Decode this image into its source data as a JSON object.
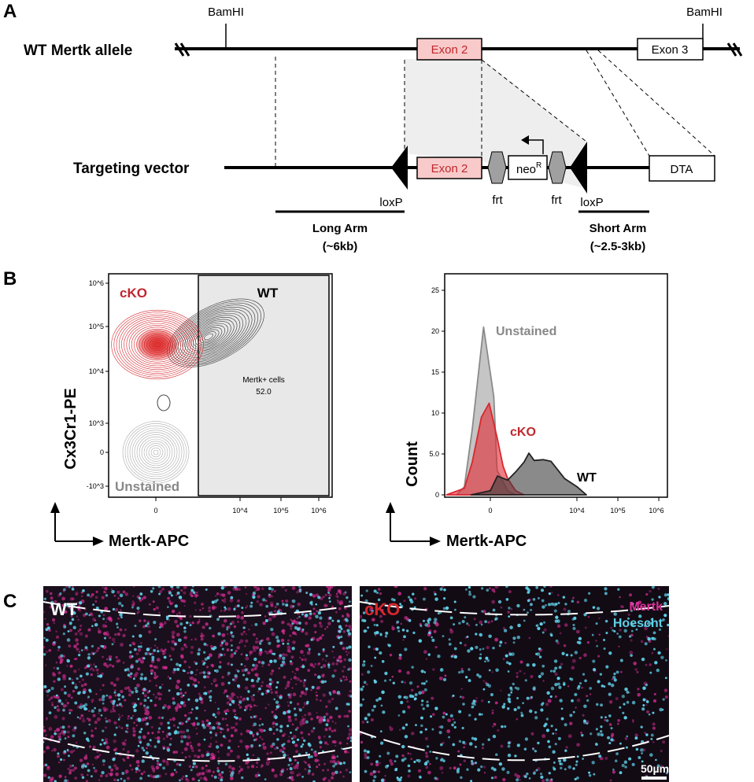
{
  "panel_labels": {
    "a": "A",
    "b": "B",
    "c": "C"
  },
  "panelA": {
    "wt_label": "WT Mertk allele",
    "vector_label": "Targeting vector",
    "bamhi_left": "BamHI",
    "bamhi_right": "BamHI",
    "exon2_wt": "Exon 2",
    "exon3": "Exon 3",
    "exon2_vec": "Exon 2",
    "neo": "neo",
    "neo_sup": "R",
    "frt_left": "frt",
    "frt_right": "frt",
    "loxp_left": "loxP",
    "loxp_right": "loxP",
    "dta": "DTA",
    "long_arm": "Long Arm",
    "long_arm_size": "(~6kb)",
    "short_arm": "Short Arm",
    "short_arm_size": "(~2.5-3kb)",
    "colors": {
      "exon2": "#f9caca",
      "exon2_text": "#c0272d"
    }
  },
  "panelB": {
    "contour": {
      "ylabel": "Cx3Cr1-PE",
      "xlabel": "Mertk-APC",
      "yticks": [
        "10^6",
        "10^5",
        "10^4",
        "10^3",
        "0",
        "-10^3"
      ],
      "xticks": [
        "0",
        "10^4",
        "10^5",
        "10^6"
      ],
      "cko_label": "cKO",
      "wt_label": "WT",
      "unstained_label": "Unstained",
      "gate_name": "Mertk+ cells",
      "gate_value": "52.0"
    },
    "chart_data": {
      "type": "area",
      "title": "",
      "xlabel": "Mertk-APC",
      "ylabel": "Count",
      "ylim": [
        0,
        27
      ],
      "yticks": [
        "25",
        "20",
        "15",
        "10",
        "5.0",
        "0"
      ],
      "xticks": [
        "0",
        "10^4",
        "10^5",
        "10^6"
      ],
      "series": [
        {
          "name": "Unstained",
          "color": "#8a8a8a",
          "points": [
            [
              -500,
              0
            ],
            [
              -314,
              1
            ],
            [
              -185,
              8
            ],
            [
              -60,
              20.5
            ],
            [
              30,
              12
            ],
            [
              60,
              3
            ],
            [
              175,
              0.5
            ],
            [
              300,
              0
            ]
          ]
        },
        {
          "name": "cKO",
          "color": "#d8272e",
          "points": [
            [
              -900,
              0
            ],
            [
              -314,
              0.8
            ],
            [
              -185,
              4
            ],
            [
              -80,
              9.5
            ],
            [
              -10,
              11.2
            ],
            [
              60,
              7
            ],
            [
              120,
              3.5
            ],
            [
              175,
              2
            ],
            [
              300,
              0.5
            ],
            [
              500,
              0
            ]
          ]
        },
        {
          "name": "WT",
          "color": "#222222",
          "points": [
            [
              -200,
              0
            ],
            [
              0,
              0.5
            ],
            [
              63,
              2.3
            ],
            [
              175,
              1.8
            ],
            [
              300,
              2.8
            ],
            [
              500,
              4
            ],
            [
              664,
              5.1
            ],
            [
              900,
              4.2
            ],
            [
              1500,
              4.3
            ],
            [
              2330,
              4.1
            ],
            [
              5000,
              2
            ],
            [
              10000,
              1
            ],
            [
              17000,
              0
            ]
          ]
        }
      ]
    }
  },
  "panelC": {
    "wt_label": "WT",
    "cko_label": "cKO",
    "mertk_label": "Mertk",
    "hoescht_label": "Hoescht",
    "scale_label": "50µm",
    "colors": {
      "mertk": "#e0309a",
      "hoescht": "#5fd0e8"
    }
  }
}
